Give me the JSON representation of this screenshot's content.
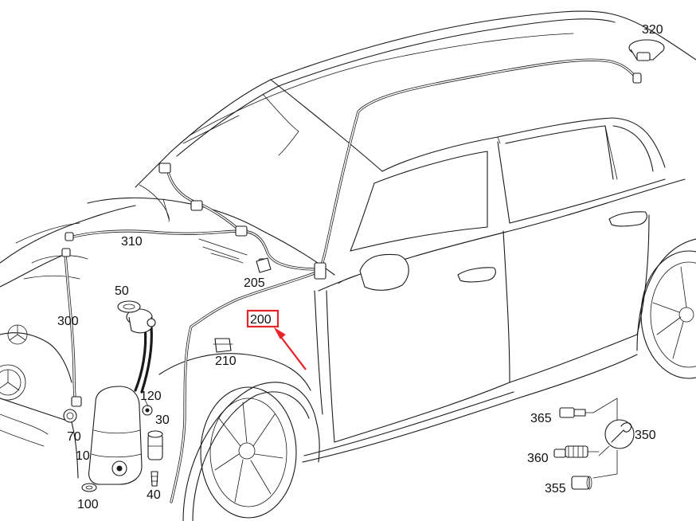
{
  "diagram": {
    "highlight_color": "#e8242a",
    "line_color": "#1a1a1a",
    "highlighted_part": "200",
    "labels": {
      "p10": "10",
      "p30": "30",
      "p40": "40",
      "p50": "50",
      "p70": "70",
      "p100": "100",
      "p120": "120",
      "p200": "200",
      "p205": "205",
      "p210": "210",
      "p300": "300",
      "p310": "310",
      "p320": "320",
      "p350": "350",
      "p355": "355",
      "p360": "360",
      "p365": "365"
    }
  }
}
